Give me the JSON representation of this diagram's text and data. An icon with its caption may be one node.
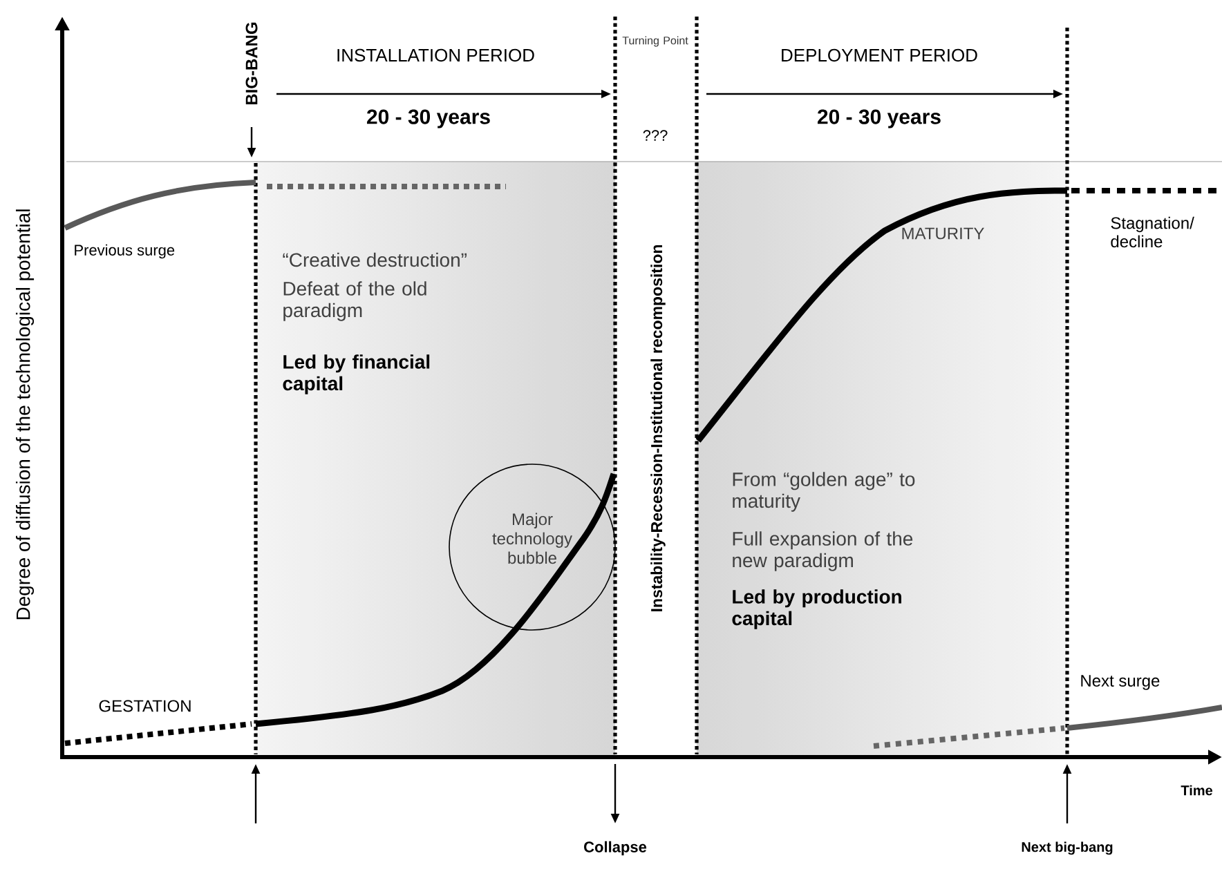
{
  "diagram": {
    "nodes": [
      {
        "text": [
          "Major technology bubble"
        ]
      }
    ],
    "labels": [
      "BIG-BANG",
      "INSTALLATION PERIOD",
      "20 - 30 years",
      "Turning Point",
      "???",
      "DEPLOYMENT PERIOD",
      "20 - 30 years",
      "Degree of diffusion of the technological potential",
      "Previous surge",
      "“Creative destruction”",
      "Defeat of the old paradigm",
      "Led by financial capital",
      "Instability-Recession-Institutional recomposition",
      "MATURITY",
      "Stagnation/ decline",
      "From “golden age” to maturity",
      "Full expansion of the new paradigm",
      "Led by production capital",
      "GESTATION",
      "Next surge",
      "Time",
      "Collapse",
      "Next big-bang"
    ]
  }
}
